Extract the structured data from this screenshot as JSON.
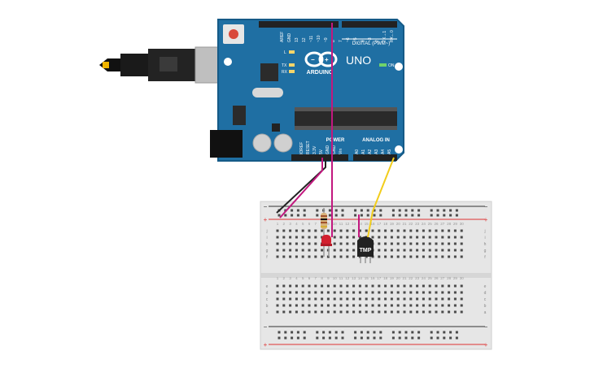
{
  "board": {
    "brand": "ARDUINO",
    "model": "UNO",
    "digital_header": "DIGITAL (PWM~)",
    "power_label": "POWER",
    "analog_label": "ANALOG IN",
    "on_label": "ON",
    "led_l": "L",
    "led_tx": "TX",
    "led_rx": "RX",
    "top_pins": [
      "AREF",
      "GND",
      "13",
      "12",
      "~11",
      "~10",
      "~9",
      "8",
      "7",
      "~6",
      "~5",
      "4",
      "~3",
      "2",
      "TX→1",
      "RX←0"
    ],
    "power_pins": [
      "IOREF",
      "RESET",
      "3.3V",
      "5V",
      "GND",
      "GND",
      "Vin"
    ],
    "analog_pins": [
      "A0",
      "A1",
      "A2",
      "A3",
      "A4",
      "A5"
    ]
  },
  "breadboard": {
    "rail_plus": "+",
    "rail_minus": "−",
    "row_letters_top": [
      "j",
      "i",
      "h",
      "g",
      "f"
    ],
    "row_letters_bottom": [
      "e",
      "d",
      "c",
      "b",
      "a"
    ],
    "columns": 30
  },
  "components": {
    "temp_sensor_label": "TMP"
  },
  "colors": {
    "board_blue": "#1f6fa3",
    "board_dark_blue": "#155a87",
    "wire_magenta": "#c2187f",
    "wire_yellow": "#f2cd1b",
    "wire_black": "#222222",
    "led_red": "#d2202f",
    "rail_red": "#d33",
    "rail_blue": "#333"
  }
}
